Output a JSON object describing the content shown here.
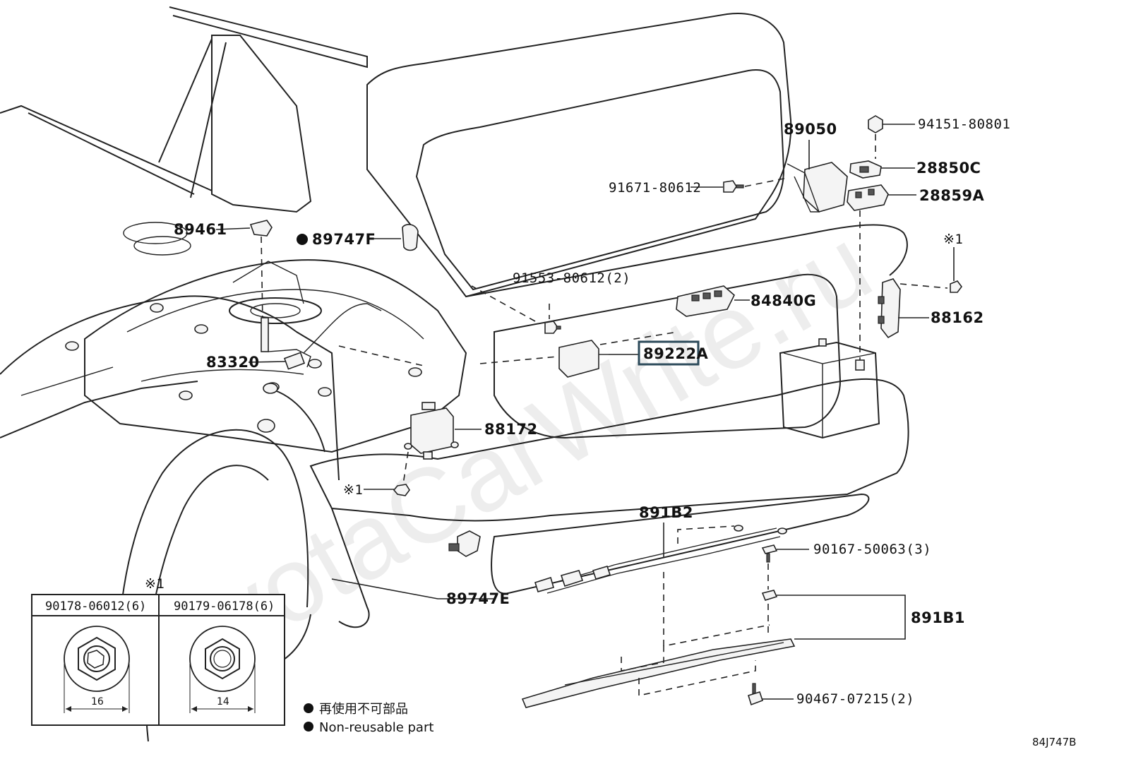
{
  "watermark": "ToyotaCarWrite.ru",
  "figure_id": "84J747B",
  "labels": {
    "p89461": "89461",
    "p89747F": "89747F",
    "p83320": "83320",
    "p88172": "88172",
    "p89747E": "89747E",
    "p91553": "91553-80612(2)",
    "p84840G": "84840G",
    "p89222A": "89222A",
    "p89050": "89050",
    "p91671": "91671-80612",
    "p94151": "94151-80801",
    "p28850C": "28850C",
    "p28859A": "28859A",
    "p88162": "88162",
    "p891B2": "891B2",
    "p90167": "90167-50063(3)",
    "p891B1": "891B1",
    "p90467": "90467-07215(2)",
    "ref1a": "※1",
    "ref1b": "※1",
    "ref1c": "※1"
  },
  "ref_table": {
    "mark": "※1",
    "col1_part": "90178-06012(6)",
    "col1_dim": "16",
    "col2_part": "90179-06178(6)",
    "col2_dim": "14"
  },
  "legend": {
    "line_jp": "再使用不可部品",
    "line_en": "Non-reusable part"
  }
}
